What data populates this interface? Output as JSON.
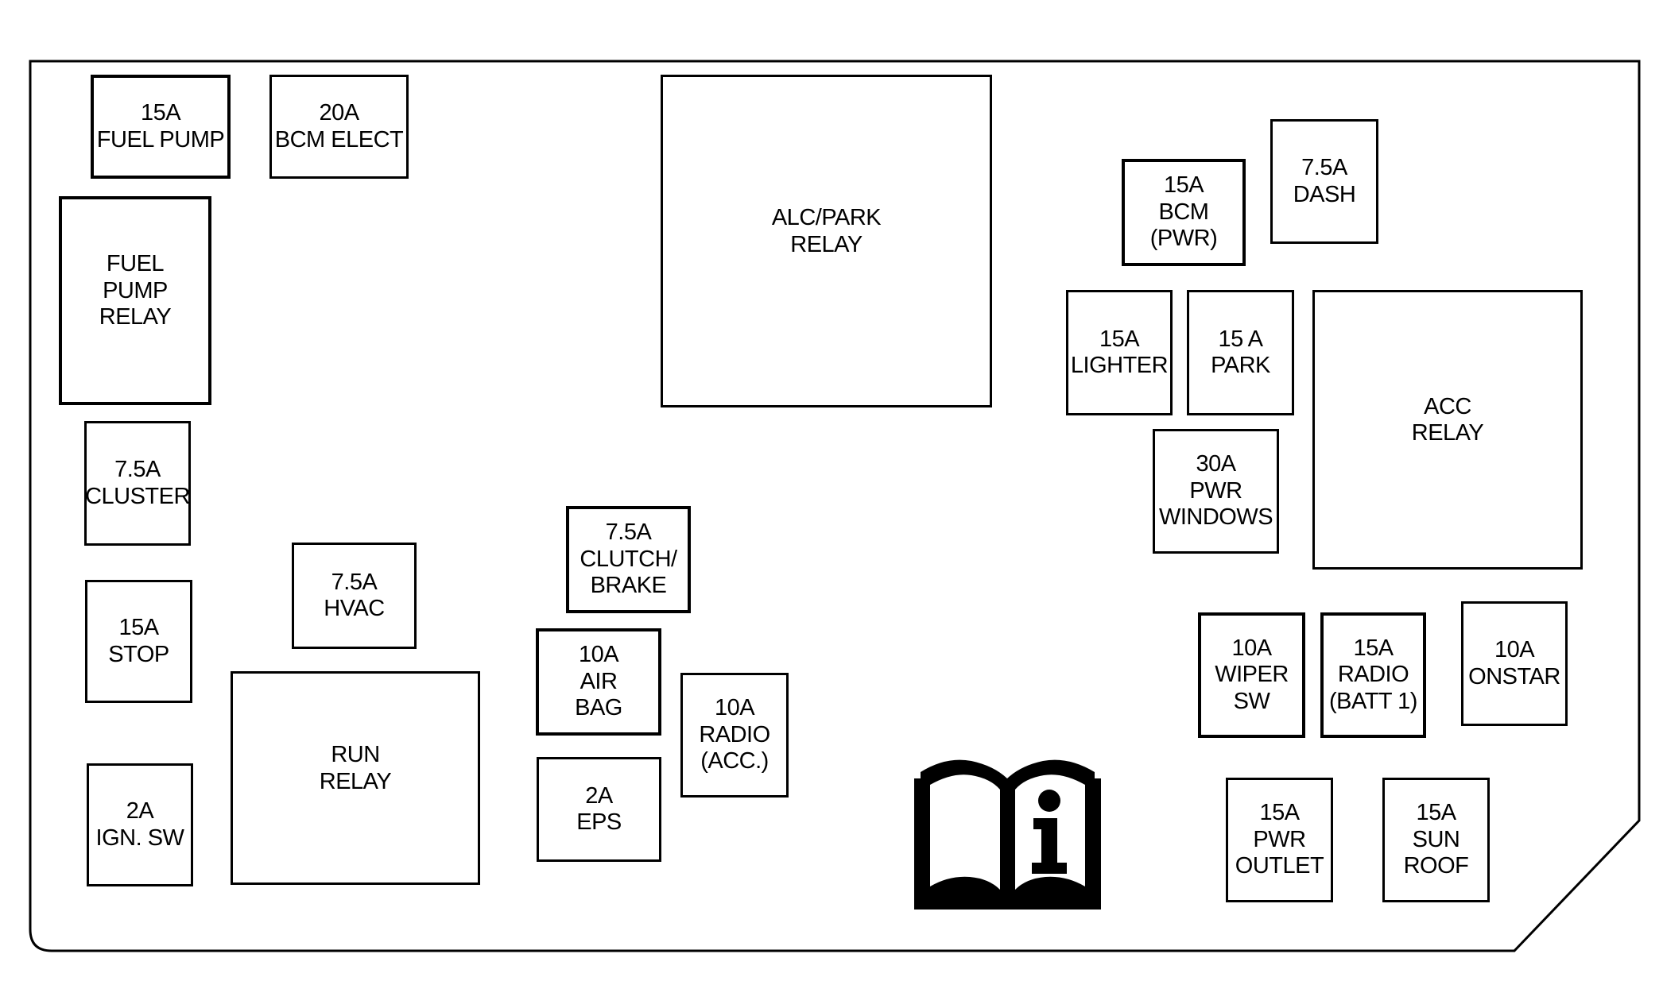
{
  "fuse_box": {
    "fuel_pump_fuse": "15A\nFUEL PUMP",
    "bcm_elect_fuse": "20A\nBCM ELECT",
    "fuel_pump_relay": "FUEL\nPUMP\nRELAY",
    "cluster_fuse": "7.5A\nCLUSTER",
    "stop_fuse": "15A\nSTOP",
    "ign_sw_fuse": "2A\nIGN. SW",
    "hvac_fuse": "7.5A\nHVAC",
    "run_relay": "RUN\nRELAY",
    "clutch_brake_fuse": "7.5A\nCLUTCH/\nBRAKE",
    "air_bag_fuse": "10A\nAIR\nBAG",
    "eps_fuse": "2A\nEPS",
    "radio_acc_fuse": "10A\nRADIO\n(ACC.)",
    "alc_park_relay": "ALC/PARK\nRELAY",
    "bcm_pwr_fuse": "15A\nBCM\n(PWR)",
    "dash_fuse": "7.5A\nDASH",
    "lighter_fuse": "15A\nLIGHTER",
    "park_fuse": "15 A\nPARK",
    "acc_relay": "ACC\nRELAY",
    "pwr_windows_fuse": "30A\nPWR\nWINDOWS",
    "wiper_sw_fuse": "10A\nWIPER\nSW",
    "radio_batt1_fuse": "15A\nRADIO\n(BATT 1)",
    "onstar_fuse": "10A\nONSTAR",
    "pwr_outlet_fuse": "15A\nPWR\nOUTLET",
    "sun_roof_fuse": "15A\nSUN\nROOF"
  },
  "icons": {
    "manual": "owner-manual-info-icon"
  }
}
